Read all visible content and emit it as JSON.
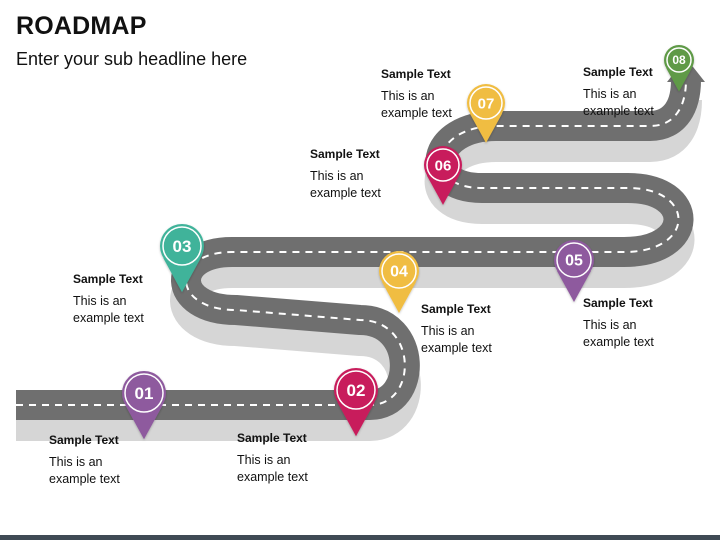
{
  "title": "ROADMAP",
  "subtitle": "Enter your sub headline here",
  "milestones": [
    {
      "number": "01",
      "title": "Sample Text",
      "body": "This is an example text",
      "color": "#8e5a9e"
    },
    {
      "number": "02",
      "title": "Sample Text",
      "body": "This is an example text",
      "color": "#c81e5b"
    },
    {
      "number": "03",
      "title": "Sample Text",
      "body": "This is an example text",
      "color": "#3fb39a"
    },
    {
      "number": "04",
      "title": "Sample Text",
      "body": "This is an example text",
      "color": "#f0bd42"
    },
    {
      "number": "05",
      "title": "Sample Text",
      "body": "This is an example text",
      "color": "#8e5a9e"
    },
    {
      "number": "06",
      "title": "Sample Text",
      "body": "This is an example text",
      "color": "#c81e5b"
    },
    {
      "number": "07",
      "title": "Sample Text",
      "body": "This is an example text",
      "color": "#f0bd42"
    },
    {
      "number": "08",
      "title": "Sample Text",
      "body": "This is an example text",
      "color": "#5f9a47"
    }
  ],
  "colors": {
    "road": "#6e6e6e",
    "road_side": "#d4d4d4",
    "dashes": "#ffffff"
  }
}
